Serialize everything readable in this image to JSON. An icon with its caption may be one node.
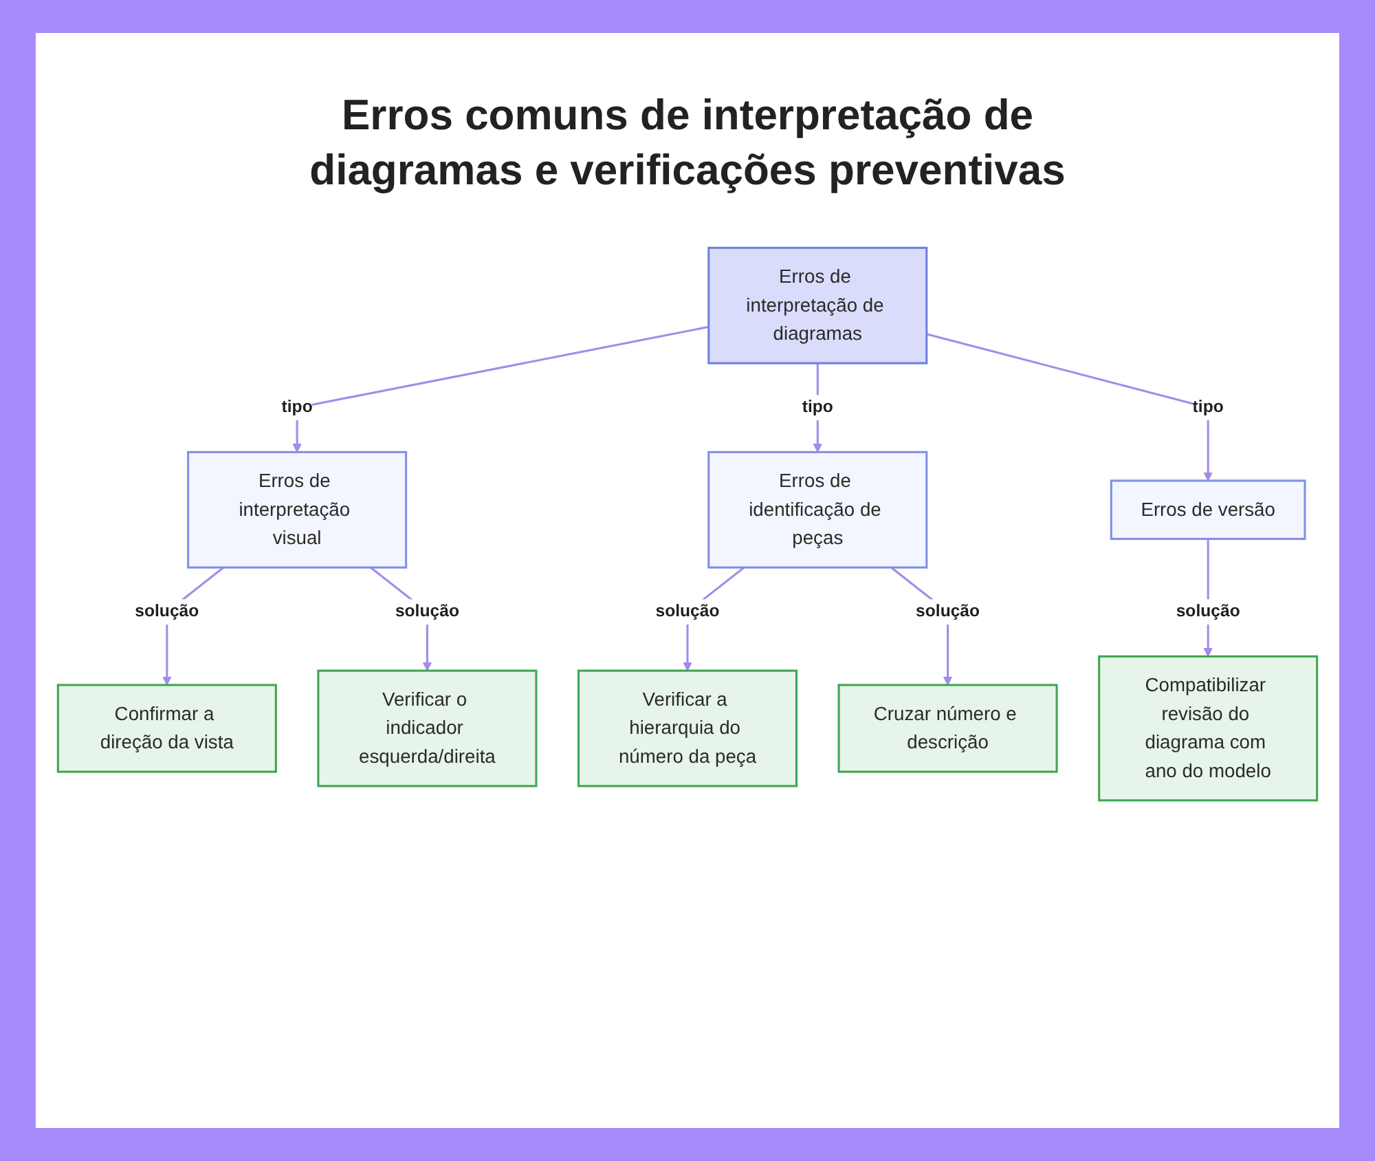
{
  "diagram": {
    "title": "Erros comuns de interpretação de diagramas e verificações preventivas",
    "nodes": [
      {
        "text": [
          "Erros de interpretação de diagramas"
        ]
      },
      {
        "text": [
          "Erros de interpretação visual"
        ]
      },
      {
        "text": [
          "Erros de identificação de peças"
        ]
      },
      {
        "text": [
          "Erros de versão"
        ]
      },
      {
        "text": [
          "Confirmar a direção da vista"
        ]
      },
      {
        "text": [
          "Verificar o indicador esquerda/direita"
        ]
      },
      {
        "text": [
          "Verificar a hierarquia do número da peça"
        ]
      },
      {
        "text": [
          "Cruzar número e descrição"
        ]
      },
      {
        "text": [
          "Compatibilizar revisão do diagrama com ano do modelo"
        ]
      }
    ],
    "edges": [
      {
        "from": 0,
        "to": 1,
        "arrow": "to",
        "label": "tipo"
      },
      {
        "from": 0,
        "to": 2,
        "arrow": "to",
        "label": "tipo"
      },
      {
        "from": 0,
        "to": 3,
        "arrow": "to",
        "label": "tipo"
      },
      {
        "from": 1,
        "to": 4,
        "arrow": "to",
        "label": "solução"
      },
      {
        "from": 1,
        "to": 5,
        "arrow": "to",
        "label": "solução"
      },
      {
        "from": 2,
        "to": 6,
        "arrow": "to",
        "label": "solução"
      },
      {
        "from": 2,
        "to": 7,
        "arrow": "to",
        "label": "solução"
      },
      {
        "from": 3,
        "to": 8,
        "arrow": "to",
        "label": "solução"
      }
    ]
  }
}
